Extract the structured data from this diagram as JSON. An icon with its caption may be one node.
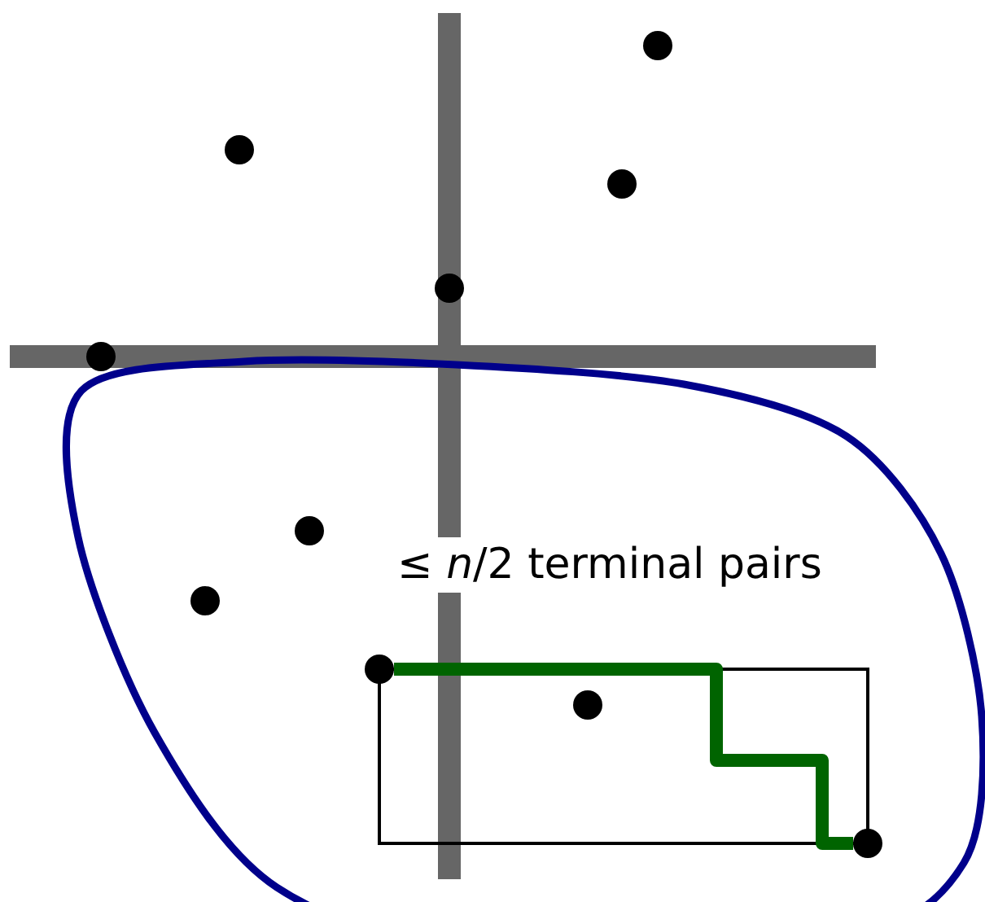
{
  "diagram": {
    "nodes": [
      {
        "text": [],
        "shape": "circle"
      },
      {
        "text": [],
        "shape": "circle"
      },
      {
        "text": [],
        "shape": "circle"
      },
      {
        "text": [],
        "shape": "circle"
      },
      {
        "text": [],
        "shape": "circle"
      },
      {
        "text": [],
        "shape": "circle"
      },
      {
        "text": [],
        "shape": "circle"
      },
      {
        "text": [],
        "shape": "circle"
      },
      {
        "text": [],
        "shape": "circle"
      },
      {
        "text": [],
        "shape": "circle"
      }
    ],
    "edges": [
      {
        "from": 7,
        "to": 9,
        "arrow": "none"
      }
    ],
    "labels": [
      "≤ *n*/2 terminal pairs"
    ]
  }
}
